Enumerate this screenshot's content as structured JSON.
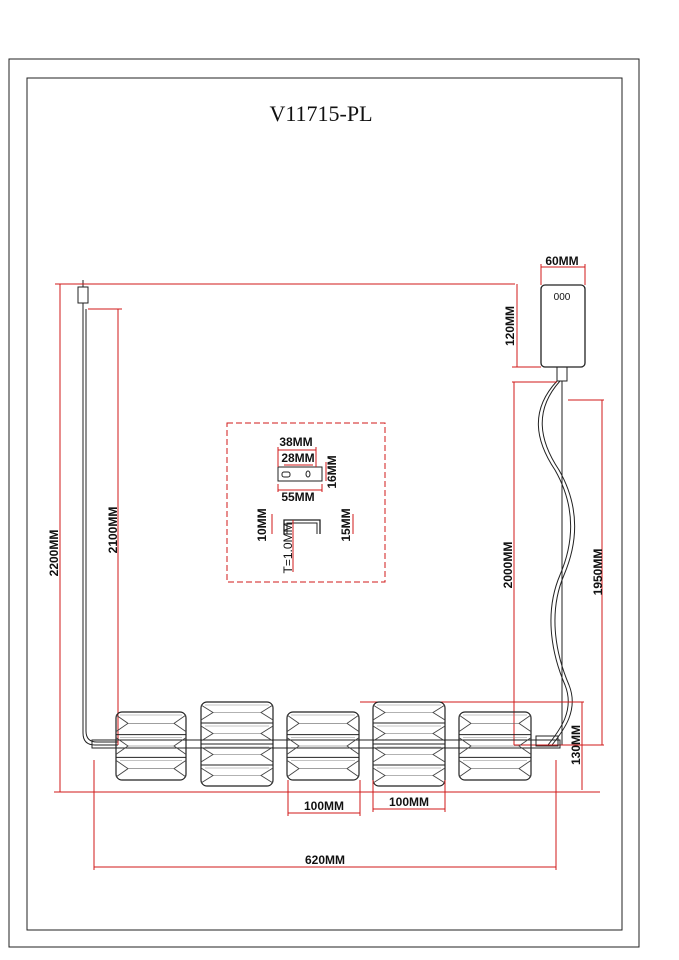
{
  "title": "V11715-PL",
  "colors": {
    "dimension_line": "#d11a1a",
    "outline": "#222222",
    "background": "#ffffff"
  },
  "dimensions": {
    "canopy_width": "60MM",
    "canopy_height": "120MM",
    "total_height": "2200MM",
    "cable_length": "2100MM",
    "cord_length": "2000MM",
    "cord_length_inner": "1950MM",
    "shade_height": "130MM",
    "shade_width_a": "100MM",
    "shade_width_b": "100MM",
    "total_width": "620MM",
    "bracket_length_outer": "38MM",
    "bracket_length_inner": "28MM",
    "bracket_height": "16MM",
    "bracket_base": "55MM",
    "bracket_left": "10MM",
    "bracket_right": "15MM",
    "thickness": "T=1.0MM"
  },
  "canopy_marking": "000"
}
